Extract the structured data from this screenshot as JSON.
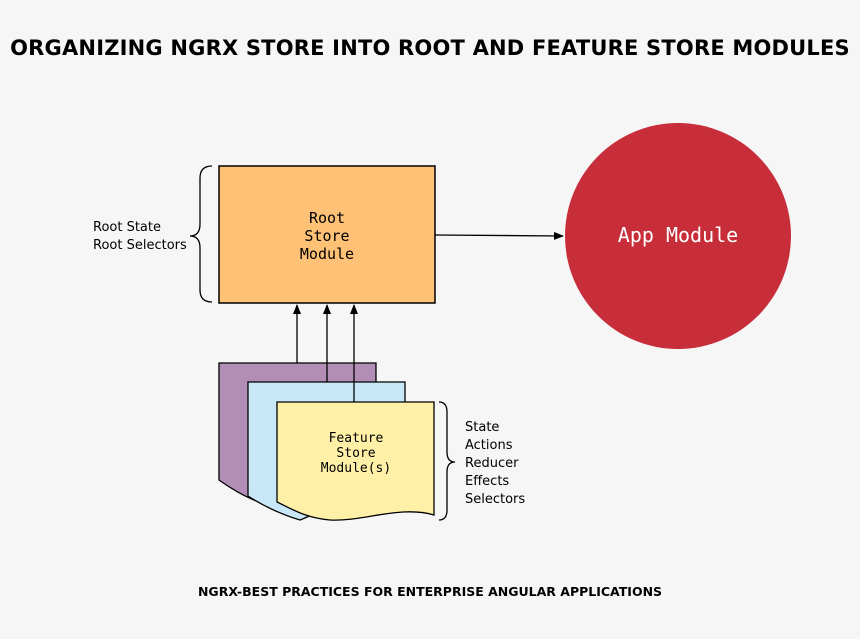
{
  "title": "ORGANIZING NGRX STORE INTO ROOT AND FEATURE STORE MODULES",
  "footer": "NGRX-BEST PRACTICES FOR ENTERPRISE ANGULAR APPLICATIONS",
  "root_store": {
    "lines": [
      "Root",
      "Store",
      "Module"
    ],
    "color": "#ffc175"
  },
  "root_notes": [
    "Root State",
    "Root Selectors"
  ],
  "app_module": {
    "label": "App Module",
    "color": "#c82d3a"
  },
  "feature_store": {
    "lines": [
      "Feature",
      "Store",
      "Module(s)"
    ],
    "colors": [
      "#b28db5",
      "#c8e8f8",
      "#fff0a8"
    ]
  },
  "feature_notes": [
    "State",
    "Actions",
    "Reducer",
    "Effects",
    "Selectors"
  ]
}
